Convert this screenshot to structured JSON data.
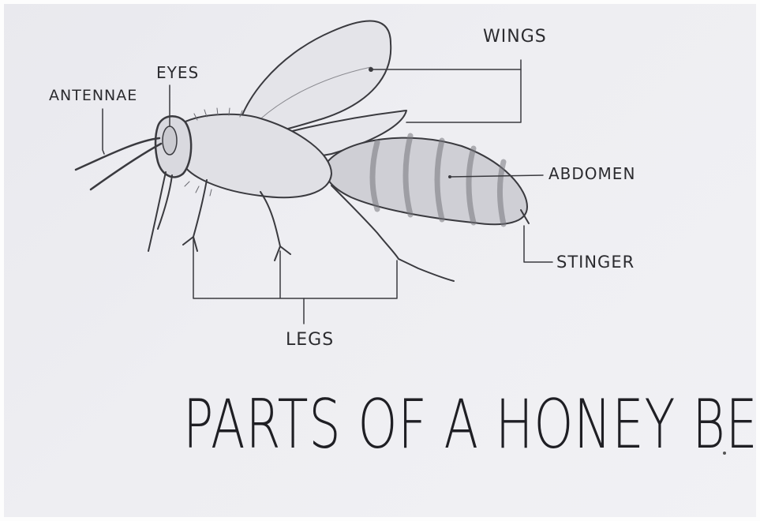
{
  "labels": {
    "wings": "WINGS",
    "eyes": "EYES",
    "antennae": "ANTENNAE",
    "abdomen": "ABDOMEN",
    "stinger": "STINGER",
    "legs": "LEGS"
  },
  "title": "PARTS OF A HONEY BEE",
  "colors": {
    "paper": "#ececf0",
    "pencil": "#2b2b2f",
    "shading": "#a7a7ad"
  }
}
